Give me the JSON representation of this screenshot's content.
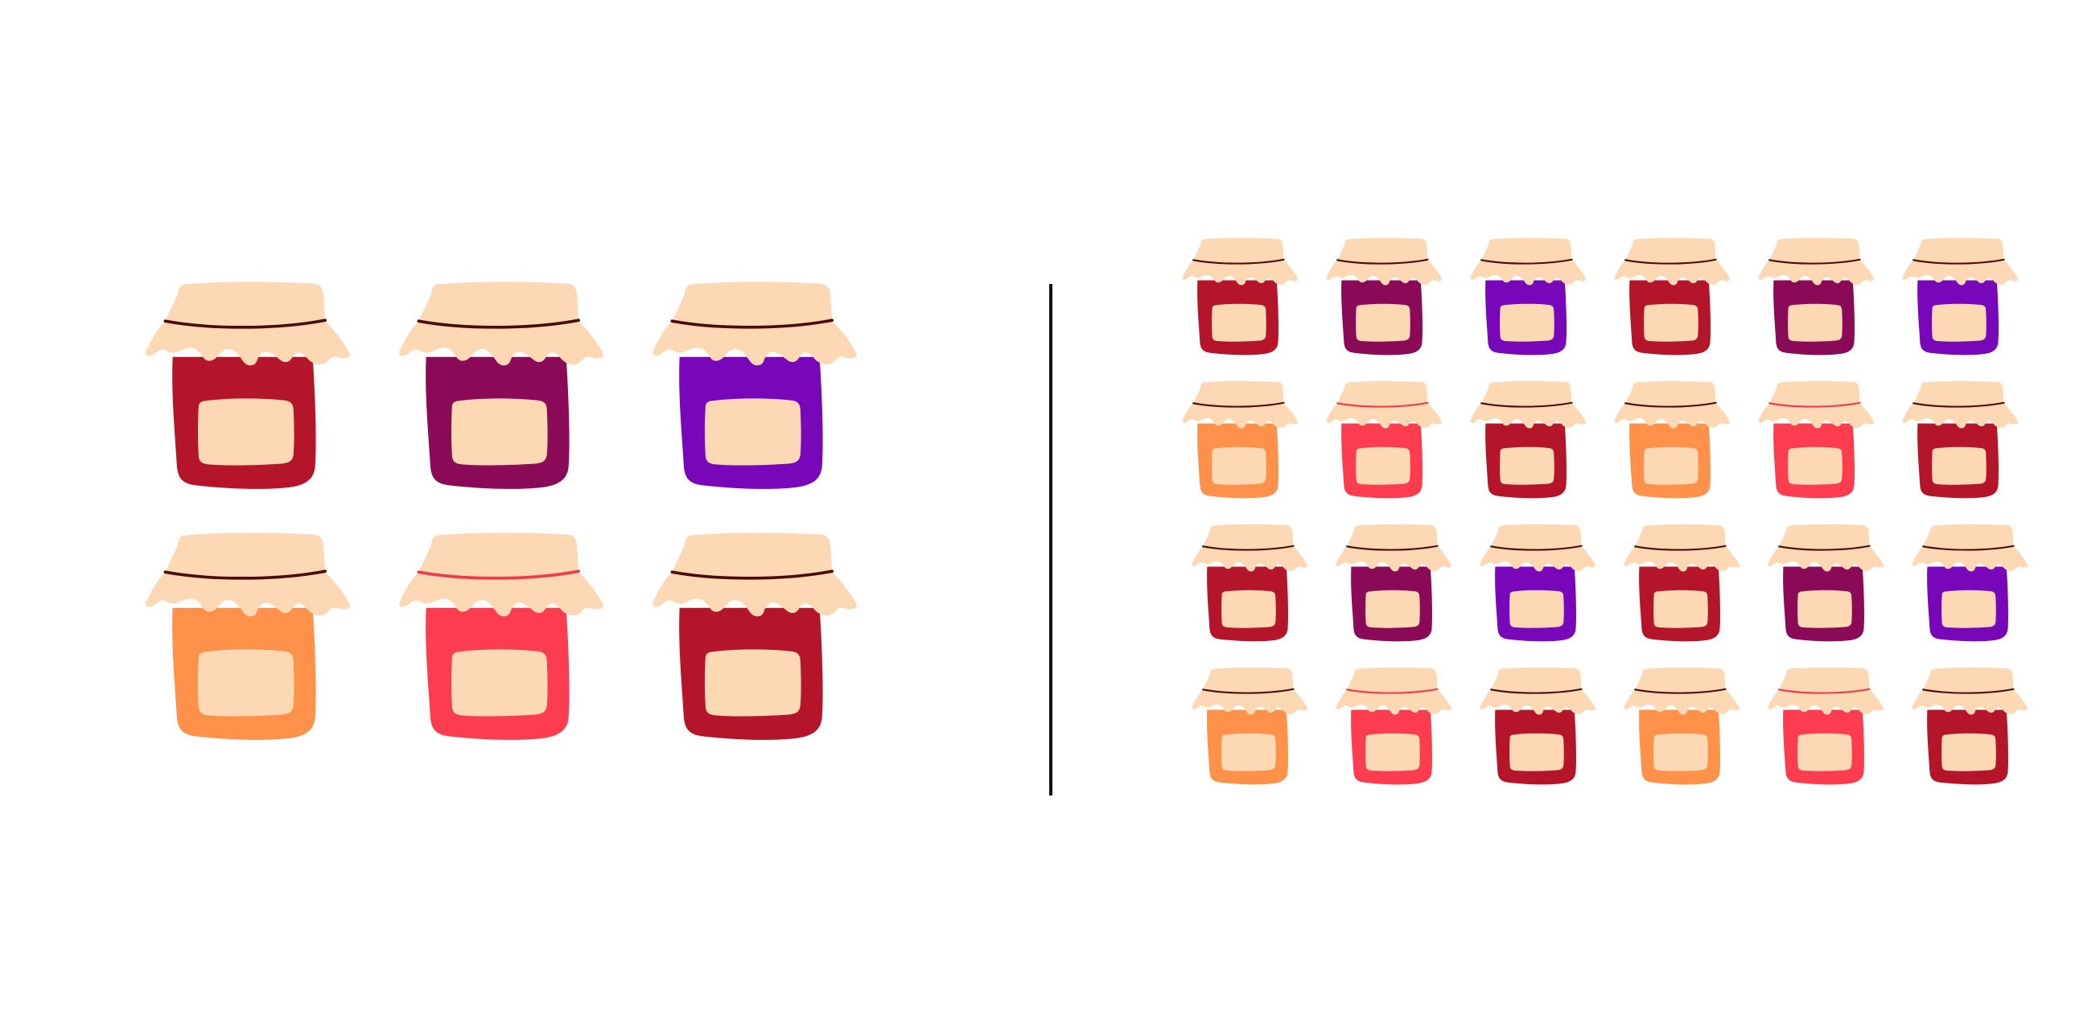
{
  "illustration": {
    "left_group": {
      "layout": "grid",
      "rows": 2,
      "columns": 3,
      "jars": [
        {
          "jam": "crimson",
          "string": "dark"
        },
        {
          "jam": "plum",
          "string": "dark"
        },
        {
          "jam": "violet",
          "string": "dark"
        },
        {
          "jam": "orange",
          "string": "dark"
        },
        {
          "jam": "coral",
          "string": "red"
        },
        {
          "jam": "crimson",
          "string": "dark"
        }
      ]
    },
    "right_group": {
      "layout": "grid",
      "rows": 4,
      "columns": 6,
      "jars": [
        {
          "jam": "crimson",
          "string": "dark"
        },
        {
          "jam": "plum",
          "string": "dark"
        },
        {
          "jam": "violet",
          "string": "dark"
        },
        {
          "jam": "crimson",
          "string": "dark"
        },
        {
          "jam": "plum",
          "string": "dark"
        },
        {
          "jam": "violet",
          "string": "dark"
        },
        {
          "jam": "orange",
          "string": "dark"
        },
        {
          "jam": "coral",
          "string": "red"
        },
        {
          "jam": "crimson",
          "string": "dark"
        },
        {
          "jam": "orange",
          "string": "dark"
        },
        {
          "jam": "coral",
          "string": "red"
        },
        {
          "jam": "crimson",
          "string": "dark"
        },
        {
          "jam": "crimson",
          "string": "dark"
        },
        {
          "jam": "plum",
          "string": "dark"
        },
        {
          "jam": "violet",
          "string": "dark"
        },
        {
          "jam": "crimson",
          "string": "dark"
        },
        {
          "jam": "plum",
          "string": "dark"
        },
        {
          "jam": "violet",
          "string": "dark"
        },
        {
          "jam": "orange",
          "string": "dark"
        },
        {
          "jam": "coral",
          "string": "red"
        },
        {
          "jam": "crimson",
          "string": "dark"
        },
        {
          "jam": "orange",
          "string": "dark"
        },
        {
          "jam": "coral",
          "string": "red"
        },
        {
          "jam": "crimson",
          "string": "dark"
        }
      ]
    },
    "colors": {
      "jam": {
        "crimson": "#b5152a",
        "plum": "#8b0a58",
        "violet": "#7707b8",
        "orange": "#ff914a",
        "coral": "#fc3c4f"
      },
      "cloth": "#fdd8b4",
      "label": "#fdd8b4",
      "string": {
        "dark": "#4a0b0b",
        "red": "#f0394a"
      },
      "divider": "#111111",
      "background": "#ffffff"
    }
  }
}
